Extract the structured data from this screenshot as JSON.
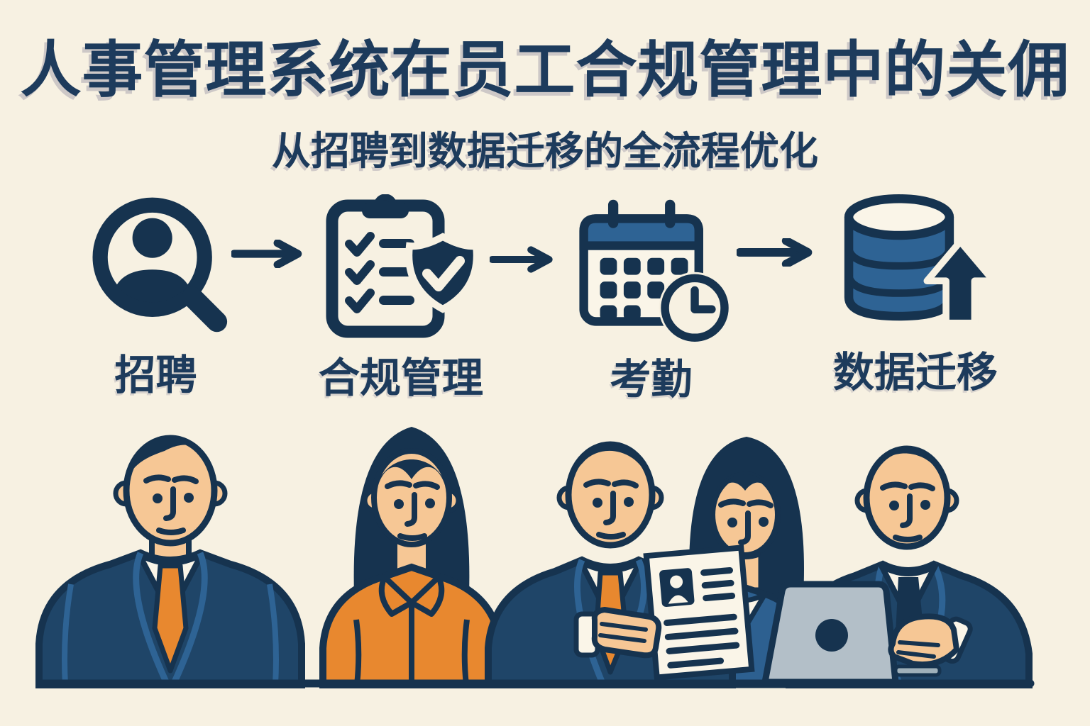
{
  "header": {
    "title": "人事管理系统在员工合规管理中的关佣",
    "subtitle": "从招聘到数据迁移的全流程优化"
  },
  "flow": {
    "connector": "right-arrow",
    "steps": [
      {
        "label": "招聘",
        "icon": "person-search-icon"
      },
      {
        "label": "合规管理",
        "icon": "clipboard-shield-check-icon"
      },
      {
        "label": "考勤",
        "icon": "calendar-clock-icon"
      },
      {
        "label": "数据迁移",
        "icon": "database-upload-icon"
      }
    ]
  },
  "illustration": {
    "figures": [
      "man-dark-suit-orange-tie",
      "woman-long-hair-orange-blouse",
      "man-dark-suit-holding-resume",
      "woman-bob-hair-blue-jacket",
      "man-dark-suit-navy-tie-at-laptop"
    ],
    "props": [
      "resume-document",
      "laptop"
    ]
  },
  "colors": {
    "background": "#f7f1e2",
    "navy": "#1d3b5c",
    "outline_navy": "#16334f",
    "suit_navy": "#1f4568",
    "accent_blue": "#2e6394",
    "orange": "#e8882f",
    "skin": "#f6c795",
    "paper": "#faf5e8",
    "laptop_gray": "#b3bfc8"
  }
}
